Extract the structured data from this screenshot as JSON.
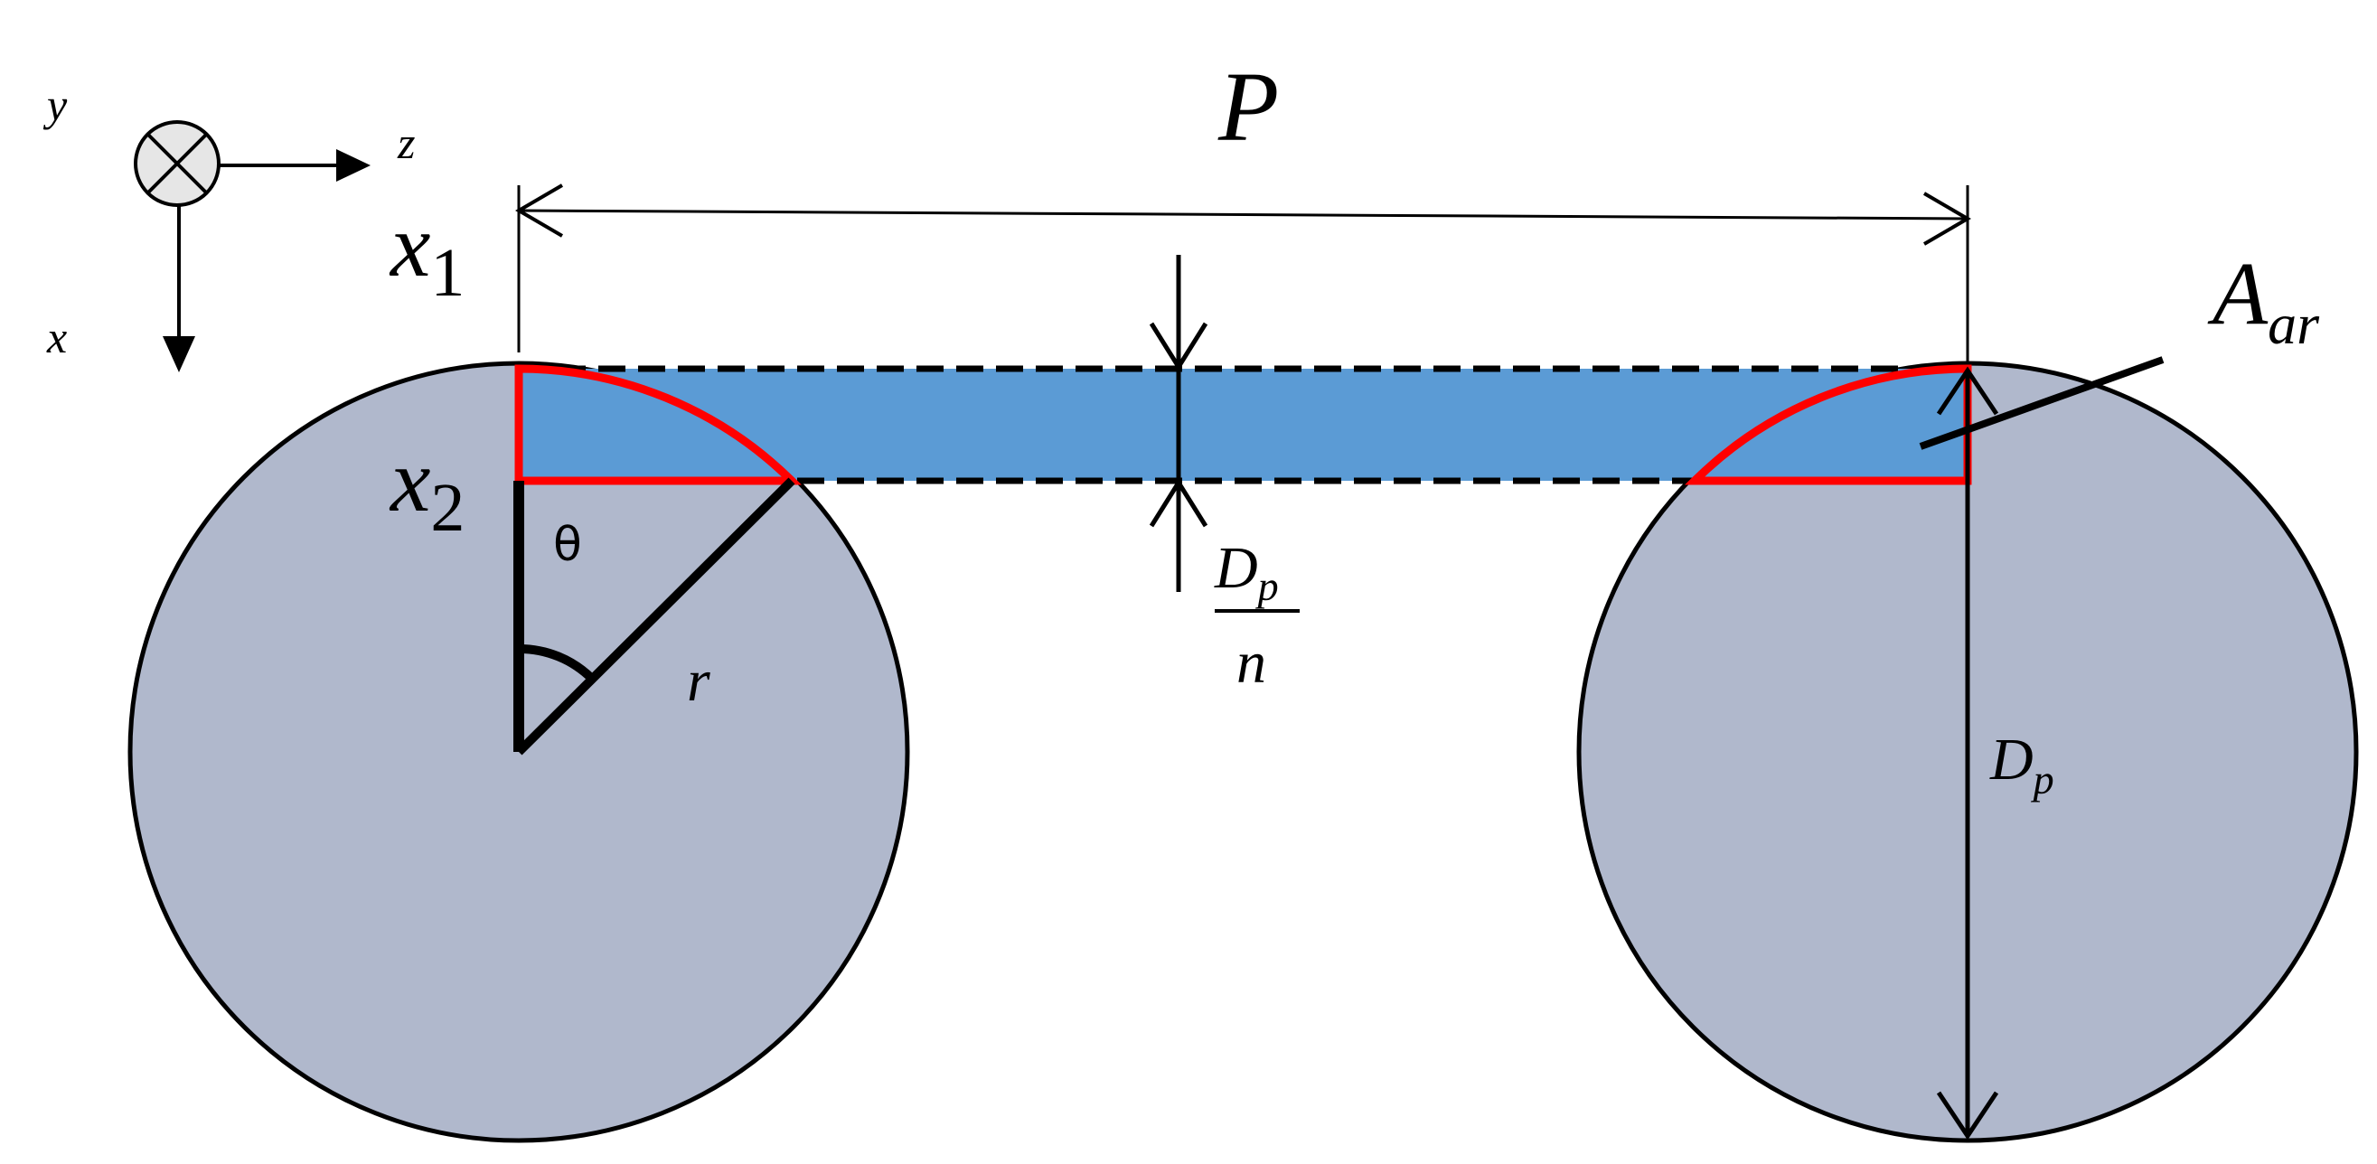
{
  "axes": {
    "y": "y",
    "z": "z",
    "x": "x"
  },
  "labels": {
    "pitch": "P",
    "area": "A",
    "area_sub": "ar",
    "x1": "x",
    "x1_sub": "1",
    "x2": "x",
    "x2_sub": "2",
    "theta": "θ",
    "radius": "r",
    "gap_num": "D",
    "gap_num_sub": "p",
    "gap_den": "n",
    "diameter": "D",
    "diameter_sub": "p"
  },
  "colors": {
    "circle_fill": "#b0b8cc",
    "band_fill": "#5b9bd5",
    "highlight": "#ff0000",
    "stroke": "#000000"
  }
}
